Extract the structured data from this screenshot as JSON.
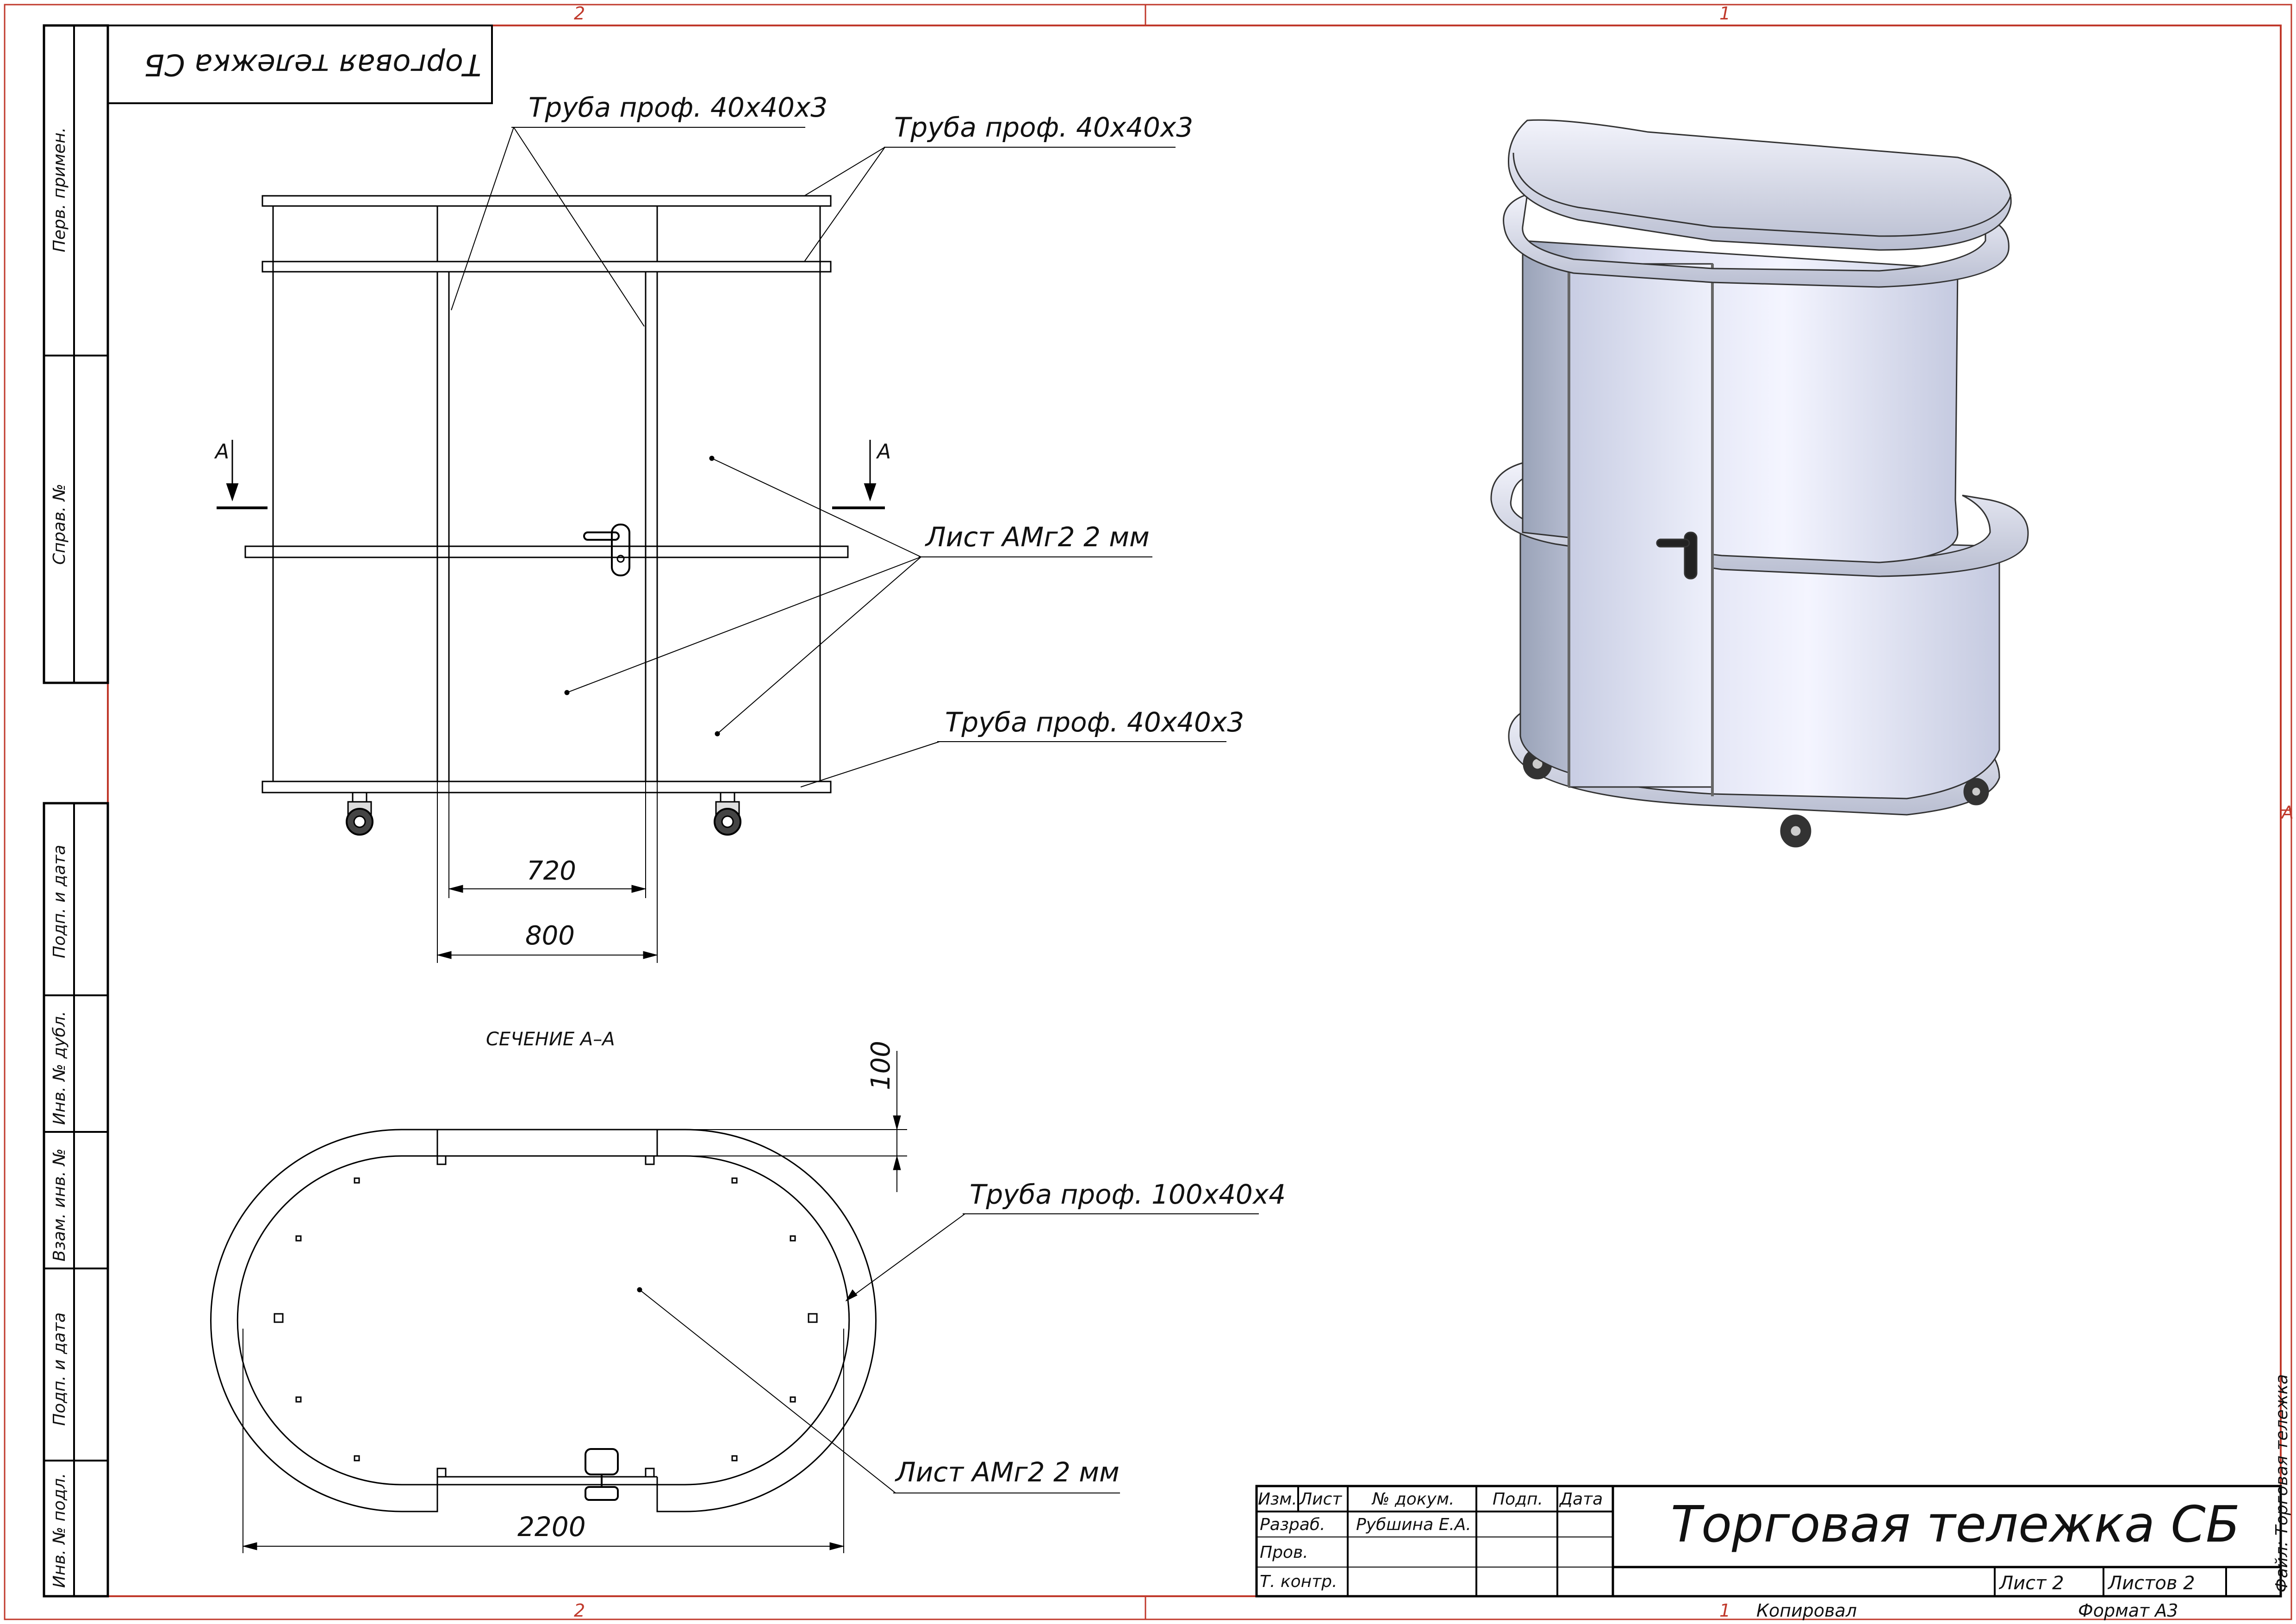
{
  "sheet": {
    "zones_top": [
      "2",
      "1"
    ],
    "zones_bottom": [
      "2",
      "1"
    ],
    "zone_right": "A",
    "stamp_rotated": "Торговая тележка СБ",
    "side_file": "Файл: Торговая тележка"
  },
  "margin_labels": [
    "Перв. примен.",
    "Справ. №",
    "Подп. и дата",
    "Инв. № дубл.",
    "Взам. инв. №",
    "Подп. и дата",
    "Инв. № подл."
  ],
  "front_view": {
    "callouts": {
      "tube_top_left": "Труба проф. 40х40х3",
      "tube_top_right": "Труба проф. 40х40х3",
      "sheet": "Лист АМг2 2 мм",
      "tube_bottom": "Труба проф. 40х40х3"
    },
    "section_mark": "А",
    "dims": {
      "inner": "720",
      "outer": "800"
    }
  },
  "section": {
    "title": "СЕЧЕНИЕ А–А",
    "dim_height": "100",
    "dim_width": "2200",
    "callouts": {
      "tube": "Труба проф. 100х40х4",
      "sheet": "Лист АМг2 2 мм"
    }
  },
  "title_block": {
    "headers": [
      "Изм.",
      "Лист",
      "№ докум.",
      "Подп.",
      "Дата"
    ],
    "rows": [
      "Разраб.",
      "Пров.",
      "Т. контр."
    ],
    "developer": "Рубшина Е.А.",
    "title": "Торговая тележка СБ",
    "sheet": "Лист 2",
    "sheets": "Листов 2",
    "copied": "Копировал",
    "format": "Формат А3"
  }
}
